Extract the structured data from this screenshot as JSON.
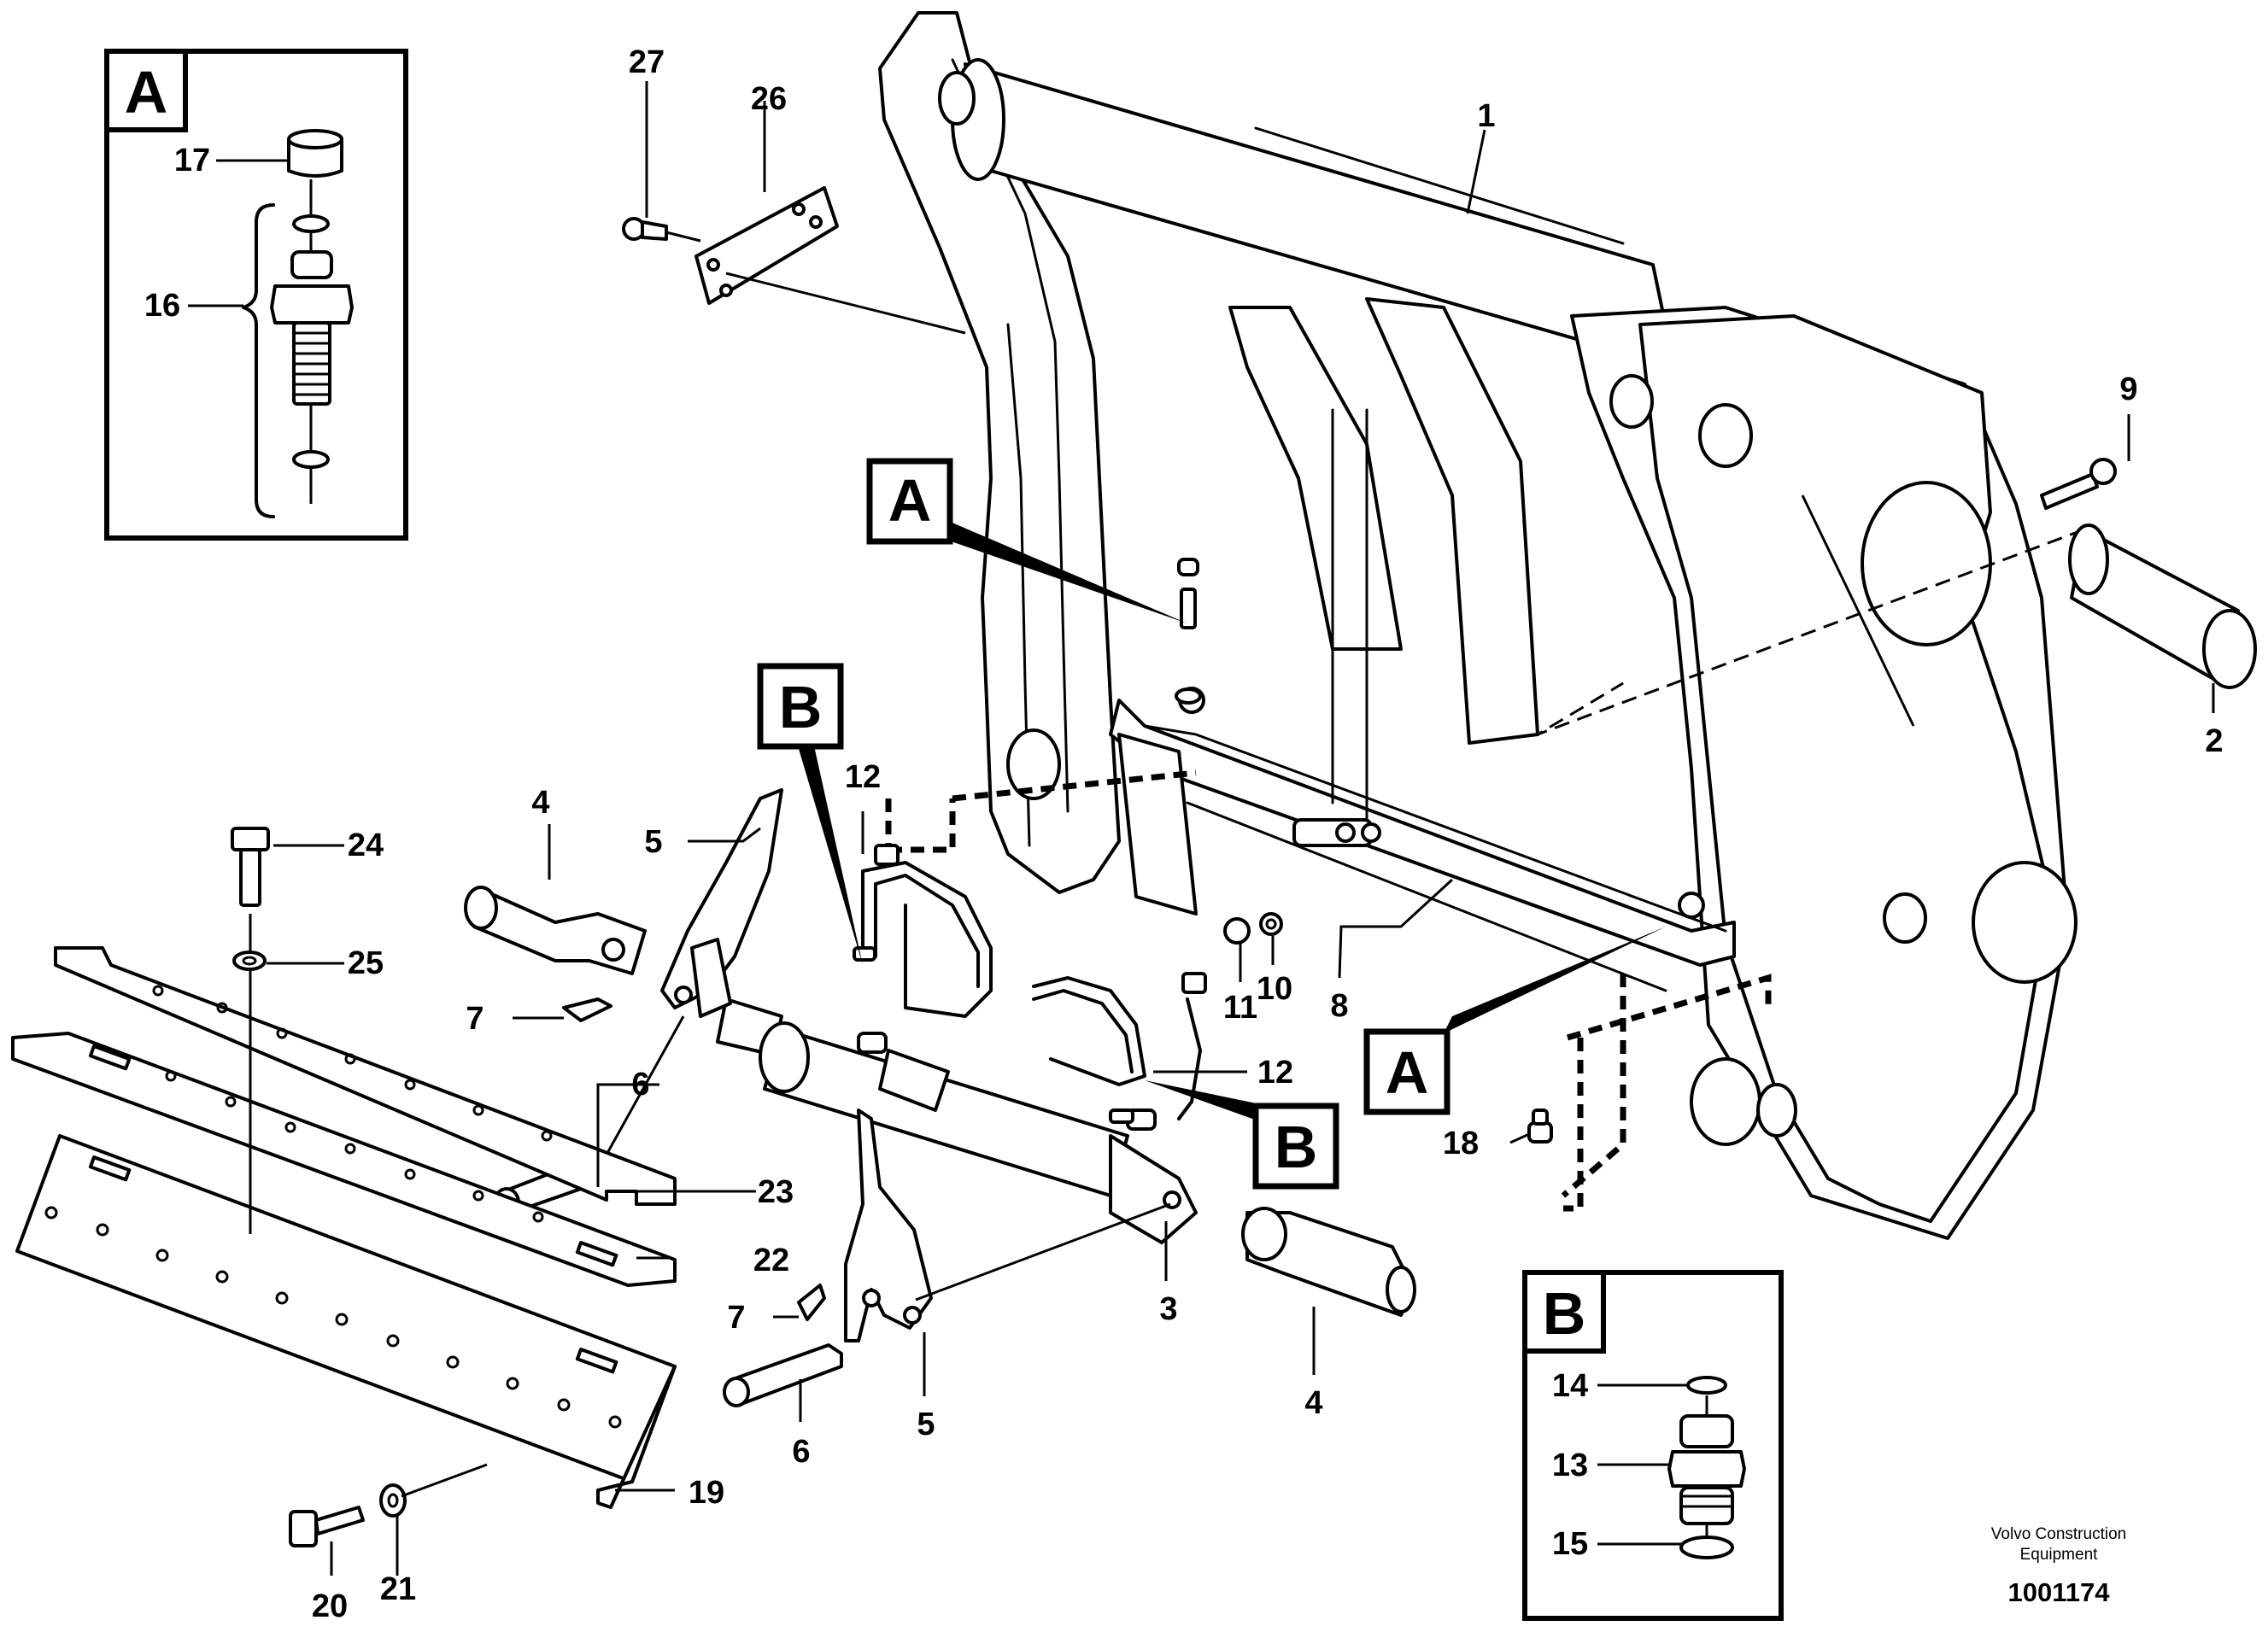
{
  "callouts": {
    "detail_a_inset": "A",
    "detail_b_inset": "B",
    "pointer_a_upper": "A",
    "pointer_a_lower": "A",
    "pointer_b_upper": "B",
    "pointer_b_lower": "B"
  },
  "labels": {
    "p1": "1",
    "p2": "2",
    "p3": "3",
    "p4a": "4",
    "p4b": "4",
    "p5a": "5",
    "p5b": "5",
    "p6a": "6",
    "p6b": "6",
    "p7a": "7",
    "p7b": "7",
    "p8": "8",
    "p9": "9",
    "p10": "10",
    "p11": "11",
    "p12a": "12",
    "p12b": "12",
    "p13": "13",
    "p14": "14",
    "p15": "15",
    "p16": "16",
    "p17": "17",
    "p18": "18",
    "p19": "19",
    "p20": "20",
    "p21": "21",
    "p22": "22",
    "p23": "23",
    "p24": "24",
    "p25": "25",
    "p26": "26",
    "p27": "27"
  },
  "footer": {
    "publisher_line1": "Volvo Construction",
    "publisher_line2": "Equipment",
    "illustration_code": "1001174"
  }
}
